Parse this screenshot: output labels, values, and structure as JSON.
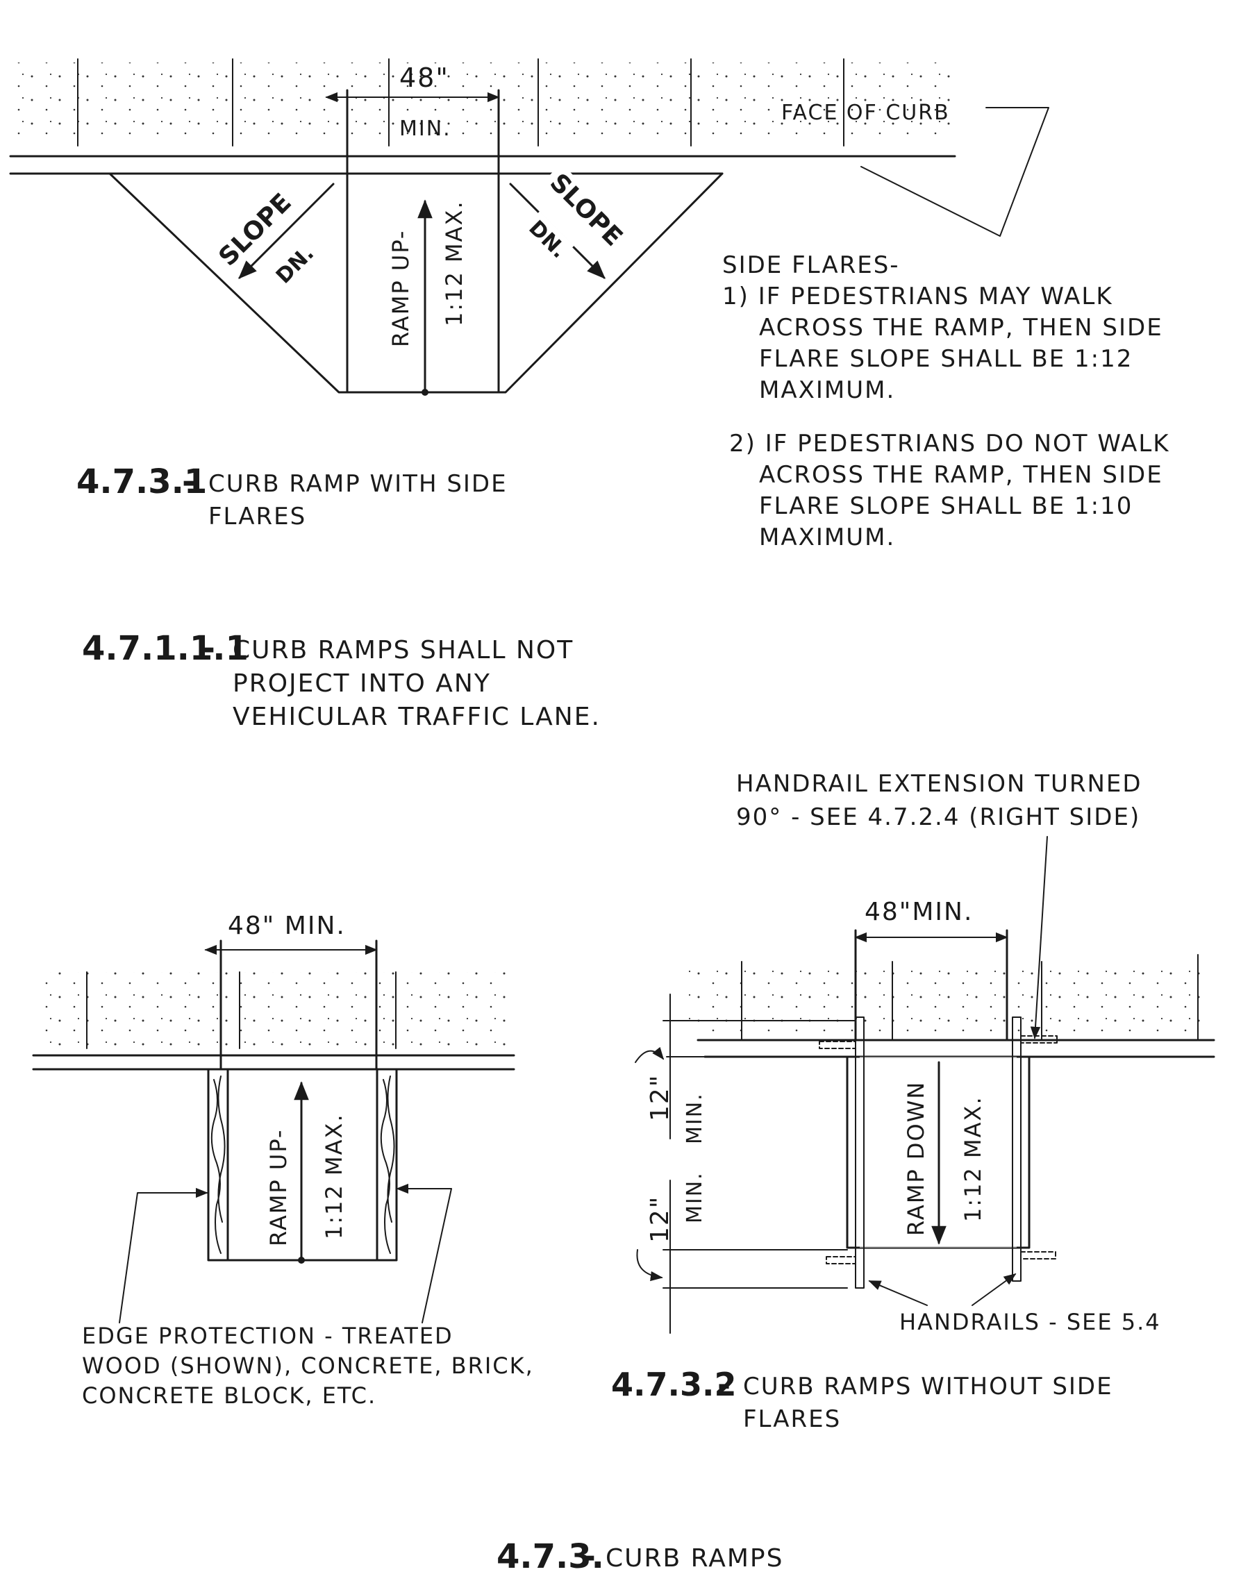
{
  "figure_title": {
    "number": "4.7.3.",
    "dash": "-",
    "text": "CURB RAMPS"
  },
  "diagram_top": {
    "dim_value": "48\"",
    "dim_min": "MIN.",
    "face_of_curb": "FACE OF CURB",
    "slope_label": "SLOPE",
    "dn_label": "DN.",
    "ramp_up": "RAMP UP-",
    "ramp_slope": "1:12 MAX.",
    "caption_number": "4.7.3.1",
    "caption_dash": "-",
    "caption_lines": [
      "CURB RAMP WITH SIDE",
      "FLARES"
    ]
  },
  "side_flares_note": {
    "heading": "SIDE FLARES-",
    "item1_lines": [
      "1) IF PEDESTRIANS MAY WALK",
      "ACROSS THE RAMP, THEN SIDE",
      "FLARE SLOPE SHALL BE  1:12",
      "MAXIMUM."
    ],
    "item2_lines": [
      "2) IF PEDESTRIANS DO NOT WALK",
      "ACROSS THE RAMP, THEN SIDE",
      "FLARE SLOPE SHALL BE 1:10",
      "MAXIMUM."
    ]
  },
  "rule_note": {
    "number": "4.7.1.1.1",
    "dash": "-",
    "lines": [
      "CURB RAMPS SHALL NOT",
      "PROJECT INTO ANY",
      "VEHICULAR TRAFFIC LANE."
    ]
  },
  "diagram_bottom_left": {
    "dim_label": "48\" MIN.",
    "ramp_up": "RAMP UP-",
    "ramp_slope": "1:12 MAX.",
    "edge_note_lines": [
      "EDGE PROTECTION - TREATED",
      "WOOD (SHOWN), CONCRETE, BRICK,",
      "CONCRETE BLOCK, ETC."
    ]
  },
  "diagram_bottom_right": {
    "handrail_ext_lines": [
      "HANDRAIL EXTENSION TURNED",
      "90° - SEE 4.7.2.4 (RIGHT SIDE)"
    ],
    "dim_label": "48\"MIN.",
    "ext_value": "12\"",
    "ext_min": "MIN.",
    "ramp_down": "RAMP DOWN",
    "ramp_slope": "1:12 MAX.",
    "handrails_note": "HANDRAILS - SEE 5.4",
    "caption_number": "4.7.3.2",
    "caption_dash": "-",
    "caption_lines": [
      "CURB RAMPS WITHOUT SIDE",
      "FLARES"
    ]
  }
}
